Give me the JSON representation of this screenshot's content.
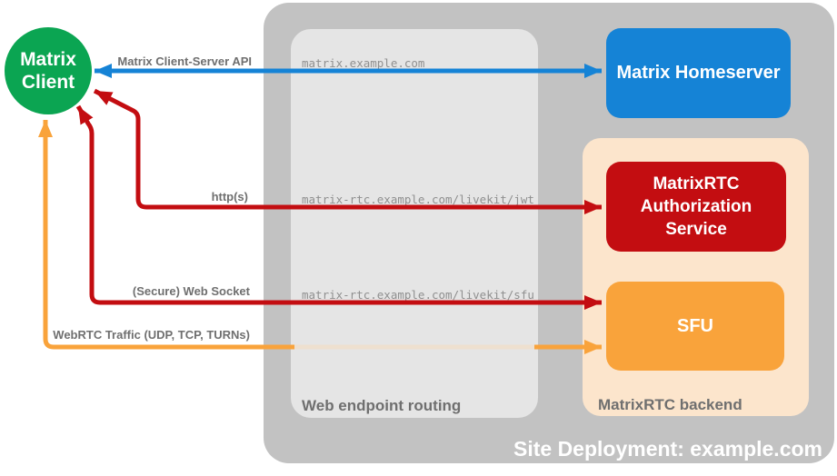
{
  "client": {
    "label": "Matrix Client"
  },
  "homeserver": {
    "label": "Matrix Homeserver"
  },
  "backend": {
    "label": "MatrixRTC backend",
    "auth_service": {
      "label": "MatrixRTC Authorization Service"
    },
    "sfu": {
      "label": "SFU"
    }
  },
  "routing": {
    "label": "Web endpoint routing",
    "routes": [
      "matrix.example.com",
      "matrix-rtc.example.com/livekit/jwt",
      "matrix-rtc.example.com/livekit/sfu"
    ]
  },
  "site": {
    "label": "Site Deployment: example.com"
  },
  "arrows": [
    {
      "label": "Matrix Client-Server API",
      "color": "#1583d6",
      "from": "Matrix Client",
      "to": "Matrix Homeserver",
      "bidirectional": true
    },
    {
      "label": "http(s)",
      "color": "#c30d11",
      "from": "Matrix Client",
      "to": "MatrixRTC Authorization Service",
      "bidirectional": true
    },
    {
      "label": "(Secure) Web Socket",
      "color": "#c30d11",
      "from": "Matrix Client",
      "to": "SFU",
      "bidirectional": true
    },
    {
      "label": "WebRTC Traffic (UDP, TCP, TURNs)",
      "color": "#f9a33b",
      "from": "Matrix Client",
      "to": "SFU",
      "bidirectional": true
    }
  ],
  "colors": {
    "client_green": "#0ba552",
    "homeserver_blue": "#1583d6",
    "auth_red": "#c30d11",
    "sfu_orange": "#f9a33b",
    "backend_peach": "#fce5cc",
    "outer_gray": "#c2c2c2",
    "panel_gray": "#ececec",
    "label_gray": "#6f6f6f",
    "route_text_gray": "#8f8f8f"
  }
}
